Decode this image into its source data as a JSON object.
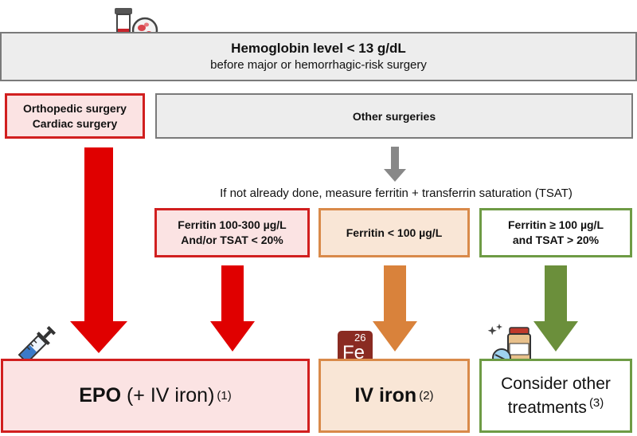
{
  "top": {
    "title": "Hemoglobin level < 13 g/dL",
    "subtitle": "before major or hemorrhagic-risk surgery"
  },
  "branches": {
    "ortho_line1": "Orthopedic surgery",
    "ortho_line2": "Cardiac surgery",
    "other": "Other surgeries"
  },
  "measure_note": "If not already done,  measure ferritin + transferrin saturation (TSAT)",
  "criteria": [
    {
      "line1": "Ferritin 100-300 µg/L",
      "line2": "And/or  TSAT < 20%"
    },
    {
      "line1": "Ferritin < 100 µg/L"
    },
    {
      "line1": "Ferritin ≥ 100 µg/L",
      "line2": "and TSAT > 20%"
    }
  ],
  "outcomes": {
    "epo_bold": "EPO",
    "epo_rest": " (+ IV iron)",
    "epo_ref": "(1)",
    "iron": "IV iron",
    "iron_ref": "(2)",
    "other_line1": "Consider other",
    "other_line2": "treatments",
    "other_ref": "(3)"
  },
  "iron_badge": {
    "number": "26",
    "symbol": "Fe"
  },
  "icons": [
    "blood-tube-magnifier-icon",
    "syringe-icon",
    "iron-element-icon",
    "pills-bottle-icon"
  ],
  "colors": {
    "red": "#d11f1f",
    "orange": "#d98a4a",
    "green": "#6e9b45",
    "gray": "#7a7a7a"
  }
}
